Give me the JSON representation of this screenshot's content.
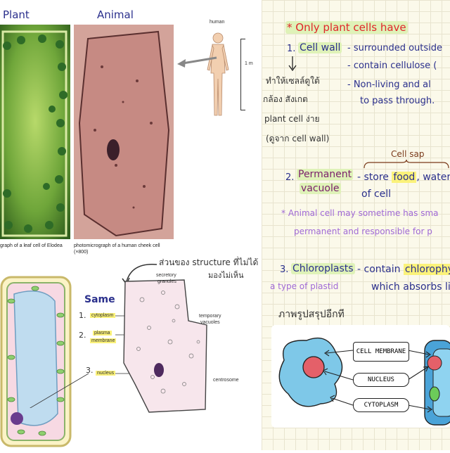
{
  "left": {
    "plant_heading": "Plant",
    "animal_heading": "Animal",
    "human_label": "human",
    "scale_label": "1 m",
    "caption_leaf": "graph of a leaf cell of Elodea",
    "caption_cheek": "photomicrograph of a human cheek cell",
    "caption_cheek_mag": "(×800)",
    "thai_note_top": "ส่วนของ structure ที่ไม่ได้",
    "thai_note_top2": "มองไม่เห็น",
    "same_label": "Same",
    "labels": {
      "cytoplasm": "cytoplasm",
      "plasma_membrane_1": "plasma",
      "plasma_membrane_2": "membrane",
      "nucleus": "nucleus",
      "secretory_1": "secretory",
      "secretory_2": "granules",
      "temporary_1": "temporary",
      "temporary_2": "vacuoles",
      "centrosome": "centrosome"
    },
    "num_1": "1.",
    "num_2": "2.",
    "num_3": "3."
  },
  "right": {
    "title": "* Only plant cells have",
    "item1_num": "1.",
    "item1_name": "Cell wall",
    "item1_lines": [
      "- surrounded outside",
      "- contain cellulose (",
      "- Non-living and al",
      "to pass through."
    ],
    "thai_side": [
      "ทำให้เซลล์ดูใต้",
      "กล้อง สังเกต",
      "plant cell ง่าย",
      "(ดูจาก cell wall)"
    ],
    "cell_sap": "Cell sap",
    "item2_num": "2.",
    "item2_name_1": "Permanent",
    "item2_name_2": "vacuole",
    "item2_line1_a": "- store ",
    "item2_food": "food",
    "item2_line1_b": ", water",
    "item2_line2": "of cell",
    "note_line1": "* Animal cell may sometime has sma",
    "note_line2": "permanent and responsible for p",
    "item3_num": "3.",
    "item3_name": "Chloroplasts",
    "item3_line1_a": "- contain ",
    "item3_chloro": "chlorophyl",
    "item3_line2": "which absorbs li",
    "item3_sub": "a type of plastid",
    "thai_summary": "ภาพรูปสรุปอีกที",
    "diagram_labels": [
      "CELL MEMBRANE",
      "NUCLEUS",
      "CYTOPLASM"
    ]
  },
  "colors": {
    "accent_red": "#e0262a",
    "ink_blue": "#2a2f8c",
    "purple": "#a06ad6",
    "highlight_green": "#dff2b8",
    "highlight_yellow": "#fbf27a"
  }
}
